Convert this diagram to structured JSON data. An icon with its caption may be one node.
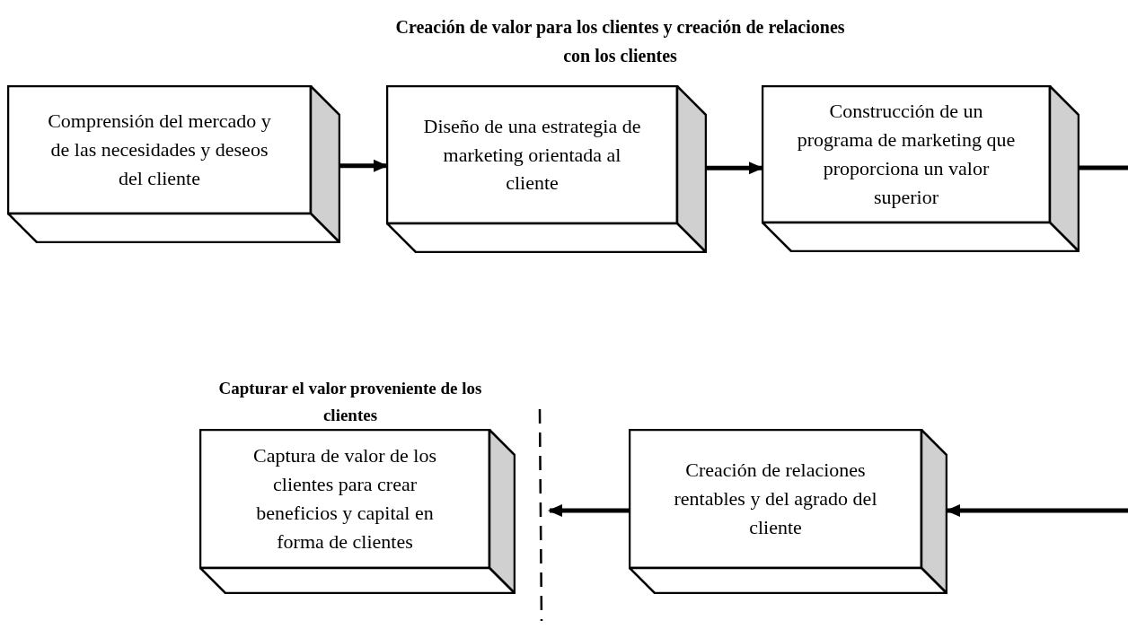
{
  "diagram": {
    "nodes": [
      {
        "text": [
          "Comprensión del mercado y de las necesidades y deseos del cliente"
        ]
      },
      {
        "text": [
          "Diseño de una estrategia de marketing orientada al cliente"
        ]
      },
      {
        "text": [
          "Construcción de un programa de marketing que proporciona un valor superior"
        ]
      },
      {
        "text": [
          "Creación de relaciones rentables y del agrado del cliente"
        ]
      },
      {
        "text": [
          "Captura de valor de los clientes para crear beneficios y capital en forma de clientes"
        ]
      }
    ],
    "edges": [
      {
        "from": 0,
        "to": 1,
        "arrow": "to"
      },
      {
        "from": 1,
        "to": 2,
        "arrow": "to"
      },
      {
        "from": 2,
        "to": null,
        "arrow": "none"
      },
      {
        "from": null,
        "to": 3,
        "arrow": "to"
      },
      {
        "from": 3,
        "to": 4,
        "arrow": "to"
      }
    ],
    "labels": [
      "Creación de valor para los clientes y creación de relaciones con los clientes",
      "Capturar el valor proveniente de los clientes"
    ]
  }
}
